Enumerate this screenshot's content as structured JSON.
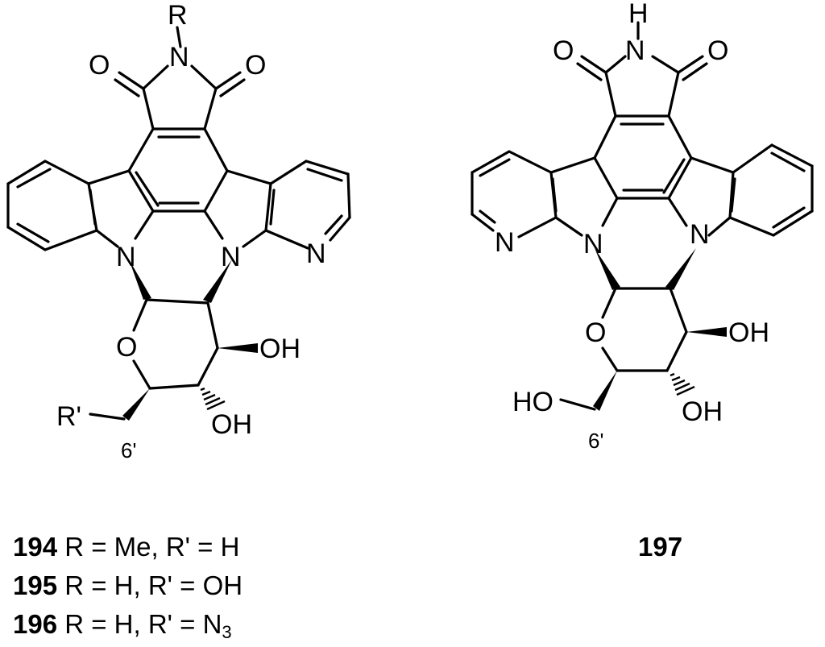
{
  "left_molecule": {
    "labels": {
      "r_sub": "R",
      "imide_n": "N",
      "o_left": "O",
      "o_right": "O",
      "n_indole_left": "N",
      "n_indole_right": "N",
      "n_pyridine": "N",
      "o_ring": "O",
      "oh_upper": "OH",
      "oh_lower": "OH",
      "r_prime": "R'",
      "pos_6": "6'"
    }
  },
  "right_molecule": {
    "labels": {
      "imide_h": "H",
      "imide_n": "N",
      "o_left": "O",
      "o_right": "O",
      "n_pyridine": "N",
      "n_indole_left": "N",
      "n_indole_right": "N",
      "o_ring": "O",
      "oh_upper": "OH",
      "oh_lower": "OH",
      "ho_side": "HO",
      "pos_6": "6'"
    }
  },
  "captions": {
    "c194": {
      "num": "194",
      "text": " R = Me, R' = H"
    },
    "c195": {
      "num": "195",
      "text": " R = H, R' = OH"
    },
    "c196": {
      "num": "196",
      "text": " R = H, R' = N",
      "sub": "3"
    },
    "c197": {
      "num": "197"
    }
  }
}
